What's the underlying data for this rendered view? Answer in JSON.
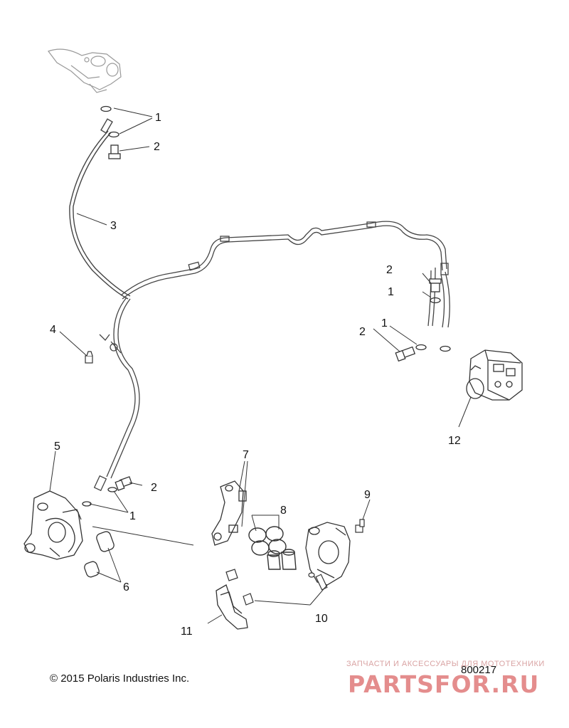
{
  "diagram": {
    "callouts": {
      "c1a": "1",
      "c1b": "1",
      "c1c": "1",
      "c1d": "1",
      "c2a": "2",
      "c2b": "2",
      "c2c": "2",
      "c2d": "2",
      "c3": "3",
      "c4": "4",
      "c5": "5",
      "c6": "6",
      "c7": "7",
      "c8": "8",
      "c9": "9",
      "c10": "10",
      "c11": "11",
      "c12": "12"
    }
  },
  "footer": {
    "copyright": "© 2015 Polaris Industries Inc.",
    "part_number": "800217"
  },
  "watermark": {
    "tagline": "ЗАПЧАСТИ И АКСЕССУАРЫ ДЛЯ МОТОТЕХНИКИ",
    "logo": "PARTSFOR.RU"
  },
  "colors": {
    "line": "#333333",
    "hose": "#444444",
    "watermark": "#e07a7a"
  }
}
